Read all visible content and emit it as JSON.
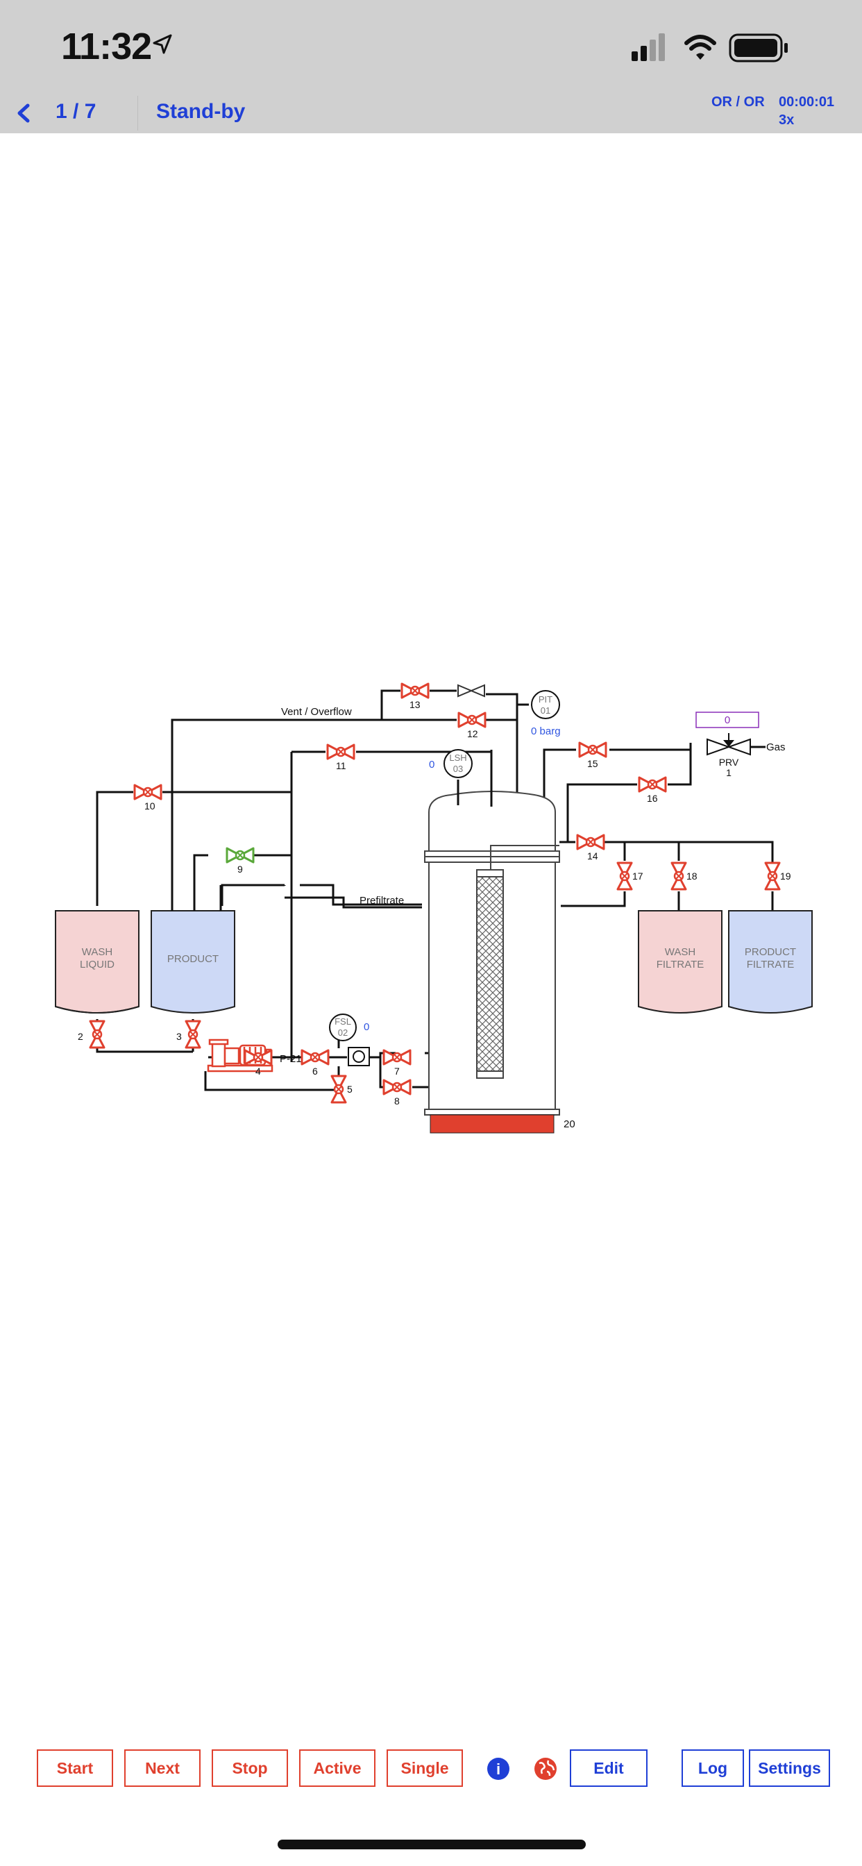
{
  "status_bar": {
    "time": "11:32"
  },
  "header": {
    "page_counter": "1 / 7",
    "state": "Stand-by",
    "mode": "OR / OR",
    "timer": "00:00:01",
    "speed": "3x"
  },
  "diagram": {
    "vent_label": "Vent / Overflow",
    "prefiltrate_label": "Prefiltrate",
    "gas_label": "Gas",
    "prv_label": "PRV",
    "prv_number": "1",
    "prv_setpoint": "0",
    "pit": {
      "line1": "PIT",
      "line2": "01",
      "reading": "0 barg"
    },
    "lsh": {
      "line1": "LSH",
      "line2": "03",
      "reading": "0"
    },
    "fsl": {
      "line1": "FSL",
      "line2": "02",
      "reading": "0"
    },
    "pump_label": "P-21",
    "heater_label": "20",
    "tanks": {
      "wash_liquid": [
        "WASH",
        "LIQUID"
      ],
      "product": [
        "PRODUCT"
      ],
      "wash_filtrate": [
        "WASH",
        "FILTRATE"
      ],
      "product_filtrate": [
        "PRODUCT",
        "FILTRATE"
      ]
    },
    "valves": {
      "v2": "2",
      "v3": "3",
      "v4": "4",
      "v5": "5",
      "v6": "6",
      "v7": "7",
      "v8": "8",
      "v9": "9",
      "v10": "10",
      "v11": "11",
      "v12": "12",
      "v13": "13",
      "v14": "14",
      "v15": "15",
      "v16": "16",
      "v17": "17",
      "v18": "18",
      "v19": "19"
    },
    "colors": {
      "valve_closed": "#e0402e",
      "valve_open": "#5aa83a",
      "wash_fill": "#f5d3d3",
      "product_fill": "#cdd9f6",
      "reading_blue": "#2f55e0",
      "setpoint_purple": "#8a2fb8"
    }
  },
  "toolbar": {
    "start": "Start",
    "next": "Next",
    "stop": "Stop",
    "active": "Active",
    "single": "Single",
    "edit": "Edit",
    "log": "Log",
    "settings": "Settings",
    "info_icon": "i"
  }
}
